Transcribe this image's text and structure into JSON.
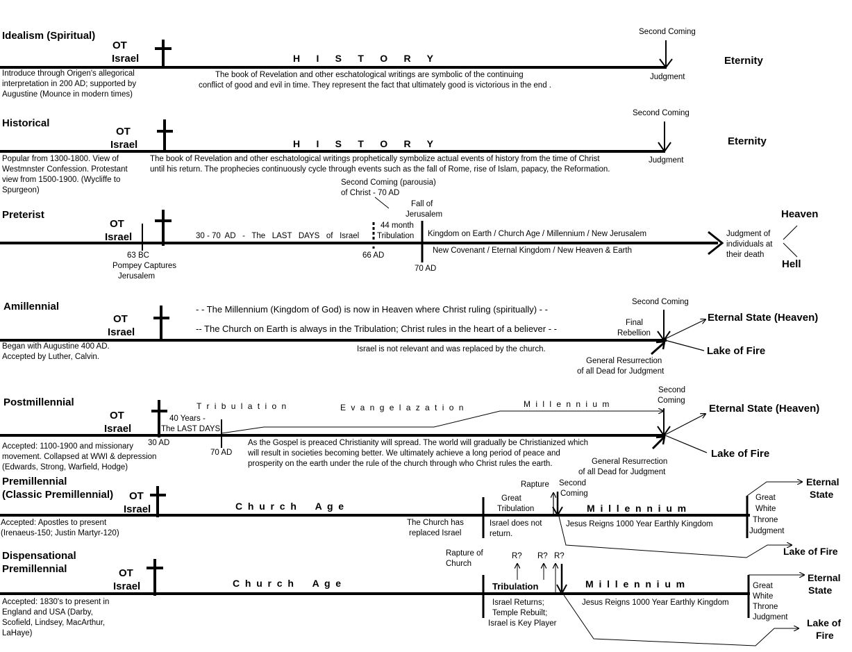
{
  "views": {
    "idealism": {
      "title": "Idealism (Spiritual)",
      "ot_israel": [
        "OT",
        "Israel"
      ],
      "history": "H      I      S      T      O      R      Y",
      "second_coming": "Second Coming",
      "judgment": "Judgment",
      "eternity": "Eternity",
      "note": [
        "Introduce through Origen's allegorical",
        "interpretation in 200 AD; supported by",
        "Augustine (Mounce in modern times)"
      ],
      "desc": [
        "The book of Revelation and other eschatological writings are symbolic of the continuing",
        "conflict of good and evil in time.  They represent the fact that ultimately good is victorious in the end ."
      ]
    },
    "historical": {
      "title": "Historical",
      "ot_israel": [
        "OT",
        "Israel"
      ],
      "history": "H      I      S      T      O      R      Y",
      "second_coming": "Second Coming",
      "judgment": "Judgment",
      "eternity": "Eternity",
      "note": [
        "Popular from 1300-1800. View of",
        "Westmnster Confession. Protestant",
        "view from 1500-1900. (Wycliffe to",
        "Spurgeon)"
      ],
      "desc": [
        "The book of Revelation and other eschatological writings prophetically symbolize actual events of history from the time of Christ",
        "until his return. The prophecies continuously cycle through events such as the fall of Rome, rise of Islam, papacy, the Reformation."
      ]
    },
    "preterist": {
      "title": "Preterist",
      "ot_israel": [
        "OT",
        "Israel"
      ],
      "second_coming": [
        "Second Coming (parousia)",
        "of Christ - 70 AD"
      ],
      "fall": [
        "Fall of",
        "Jerusalem"
      ],
      "last_days": "30 - 70  AD   -   The   LAST   DAYS   of   Israel",
      "tribulation": [
        "44 month",
        "Tribulation"
      ],
      "kingdom": "Kingdom on Earth / Church Age / Millennium / New Jerusalem",
      "covenant": "New Covenant / Eternal Kingdom / New Heaven & Earth",
      "bc": [
        "63 BC",
        "Pompey Captures",
        "Jerusalem"
      ],
      "ad66": "66 AD",
      "ad70": "70 AD",
      "judgment": [
        "Judgment of",
        "individuals at",
        "their death"
      ],
      "heaven": "Heaven",
      "hell": "Hell"
    },
    "amillennial": {
      "title": "Amillennial",
      "ot_israel": [
        "OT",
        "Israel"
      ],
      "line1": "- - The Millennium (Kingdom of God) is now in Heaven where Christ ruling (spiritually) - -",
      "line2": "-- The Church on Earth is always in the Tribulation; Christ rules in the heart of a believer - -",
      "second_coming": "Second Coming",
      "final": [
        "Final",
        "Rebellion"
      ],
      "eternal": "Eternal State (Heaven)",
      "lake": "Lake of Fire",
      "israel": "Israel is not relevant and was replaced by the church.",
      "resurrection": [
        "General Resurrection",
        "of all Dead for Judgment"
      ],
      "note": [
        "Began with Augustine 400 AD.",
        "Accepted by Luther, Calvin."
      ]
    },
    "postmillennial": {
      "title": "Postmillennial",
      "ot_israel": [
        "OT",
        "Israel"
      ],
      "tribulation": "T r i b u l a t i o n",
      "evangel": "E v a n g e l a z a t i o n",
      "millennium": "M i l l e n n i u m",
      "second_coming": [
        "Second",
        "Coming"
      ],
      "forty": [
        "40 Years -",
        "The LAST DAYS"
      ],
      "ad30": "30 AD",
      "ad70": "70 AD",
      "eternal": "Eternal State (Heaven)",
      "lake": "Lake of Fire",
      "resurrection": [
        "General Resurrection",
        "of all Dead for Judgment"
      ],
      "note": [
        "Accepted: 1100-1900 and missionary",
        "movement. Collapsed at WWI & depression",
        "(Edwards, Strong, Warfield, Hodge)"
      ],
      "desc": [
        "As the Gospel is preaced Christianity will spread. The world will gradually be Christianized which",
        "will result in societies becoming better. We ultimately achieve a long period of peace and",
        "prosperity on the earth under the rule of the church through who Christ rules the earth."
      ]
    },
    "premillennial": {
      "title": [
        "Premillennial",
        "(Classic Premillennial)"
      ],
      "ot_israel": [
        "OT",
        "Israel"
      ],
      "church_age": "C  h  u  r  c  h       A  g  e",
      "great_trib": [
        "Great",
        "Tribulation"
      ],
      "rapture": "Rapture",
      "second_coming": [
        "Second",
        "Coming"
      ],
      "millennium": "M  i  l  l  e  n  n  i  u  m",
      "reigns": "Jesus Reigns 1000 Year Earthly Kingdom",
      "replaced": [
        "The Church has",
        "replaced Israel"
      ],
      "no_return": [
        "Israel does not",
        "return."
      ],
      "gwt": [
        "Great",
        "White",
        "Throne",
        "Judgment"
      ],
      "eternal": [
        "Eternal",
        "State"
      ],
      "lake": "Lake of Fire",
      "note": [
        "Accepted: Apostles to present",
        "(Irenaeus-150; Justin Martyr-120)"
      ]
    },
    "dispensational": {
      "title": [
        "Dispensational",
        "Premillennial"
      ],
      "ot_israel": [
        "OT",
        "Israel"
      ],
      "church_age": "C  h  u  r  c  h       A  g  e",
      "rapture": [
        "Rapture of",
        "Church"
      ],
      "r_marks": [
        "R?",
        "R?",
        "R?"
      ],
      "tribulation": "Tribulation",
      "millennium": "M  i  l  l  e  n  n  i  u  m",
      "reigns": "Jesus Reigns 1000 Year Earthly Kingdom",
      "israel": [
        "Israel Returns;",
        "Temple Rebuilt;",
        "Israel is Key Player"
      ],
      "gwt": [
        "Great",
        "White",
        "Throne",
        "Judgment"
      ],
      "eternal": [
        "Eternal",
        "State"
      ],
      "lake": [
        "Lake of",
        "Fire"
      ],
      "note": [
        "Accepted: 1830's to present in",
        "England and USA (Darby,",
        "Scofield, Lindsey, MacArthur,",
        "LaHaye)"
      ]
    }
  }
}
